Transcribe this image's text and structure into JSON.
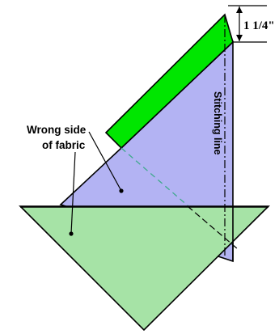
{
  "labels": {
    "wrong_side_line1": "Wrong side",
    "wrong_side_line2": "of fabric",
    "stitching_line": "Stitching line",
    "measurement": "1 1/4\""
  },
  "colors": {
    "lavender_fabric": "#b3b3f3",
    "green_strip": "#00e600",
    "light_green_fabric": "#a6e3a6",
    "outline": "#000000",
    "fold_line": "#3fa98c"
  }
}
